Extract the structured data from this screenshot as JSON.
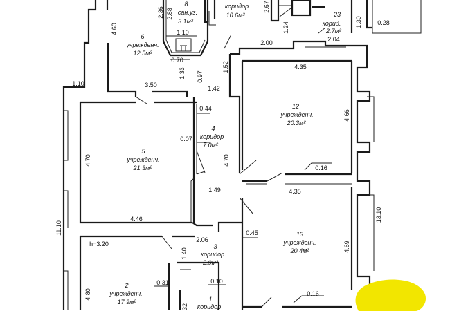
{
  "rooms": [
    {
      "id": "r1",
      "num": "1",
      "name": "коридор",
      "area": ""
    },
    {
      "id": "r2",
      "num": "2",
      "name": "учрежденч.",
      "area": "17.9м²"
    },
    {
      "id": "r3",
      "num": "3",
      "name": "коридор",
      "area": "2.9м²"
    },
    {
      "id": "r4",
      "num": "4",
      "name": "коридор",
      "area": "7.0м²"
    },
    {
      "id": "r5",
      "num": "5",
      "name": "учрежденч.",
      "area": "21.3м²"
    },
    {
      "id": "r6",
      "num": "6",
      "name": "учрежденч.",
      "area": "12.5м²"
    },
    {
      "id": "r8",
      "num": "8",
      "name": "сан.уз.",
      "area": "3.1м²"
    },
    {
      "id": "r12",
      "num": "12",
      "name": "учрежденч.",
      "area": "20.3м²"
    },
    {
      "id": "r13",
      "num": "13",
      "name": "учрежденч.",
      "area": "20.4м²"
    },
    {
      "id": "r23",
      "num": "23",
      "name": "корид.",
      "area": "2.7м²"
    },
    {
      "id": "rtop",
      "num": "",
      "name": "коридор",
      "area": "10.6м²"
    }
  ],
  "dimensions": {
    "d236": "2.36",
    "d288": "2.88",
    "d460": "4.60",
    "d110": "1.10",
    "d070": "0.70",
    "d133": "1.33",
    "d097": "0.97",
    "d152": "1.52",
    "d142": "1.42",
    "d350": "3.50",
    "d044": "0.44",
    "d007": "0.07",
    "d470a": "4.70",
    "d470b": "4.70",
    "d149": "1.49",
    "d446": "4.46",
    "d206": "2.06",
    "d140": "1.40",
    "d031": "0.31",
    "d010": "0.10",
    "d480": "4.80",
    "d32": "32",
    "d1110": "11.10",
    "d267": "2.67",
    "d124": "1.24",
    "d200": "2.00",
    "d204": "2.04",
    "d130": "1.30",
    "d028": "0.28",
    "d435a": "4.35",
    "d466": "4.66",
    "d016a": "0.16",
    "d435b": "4.35",
    "d1310": "13.10",
    "d045": "0.45",
    "d469": "4.69",
    "d016b": "0.16",
    "dtop110": "1.10"
  },
  "height_note": "h=3.20",
  "colors": {
    "wall": "#1a1a1a",
    "highlight": "#f2e600"
  }
}
